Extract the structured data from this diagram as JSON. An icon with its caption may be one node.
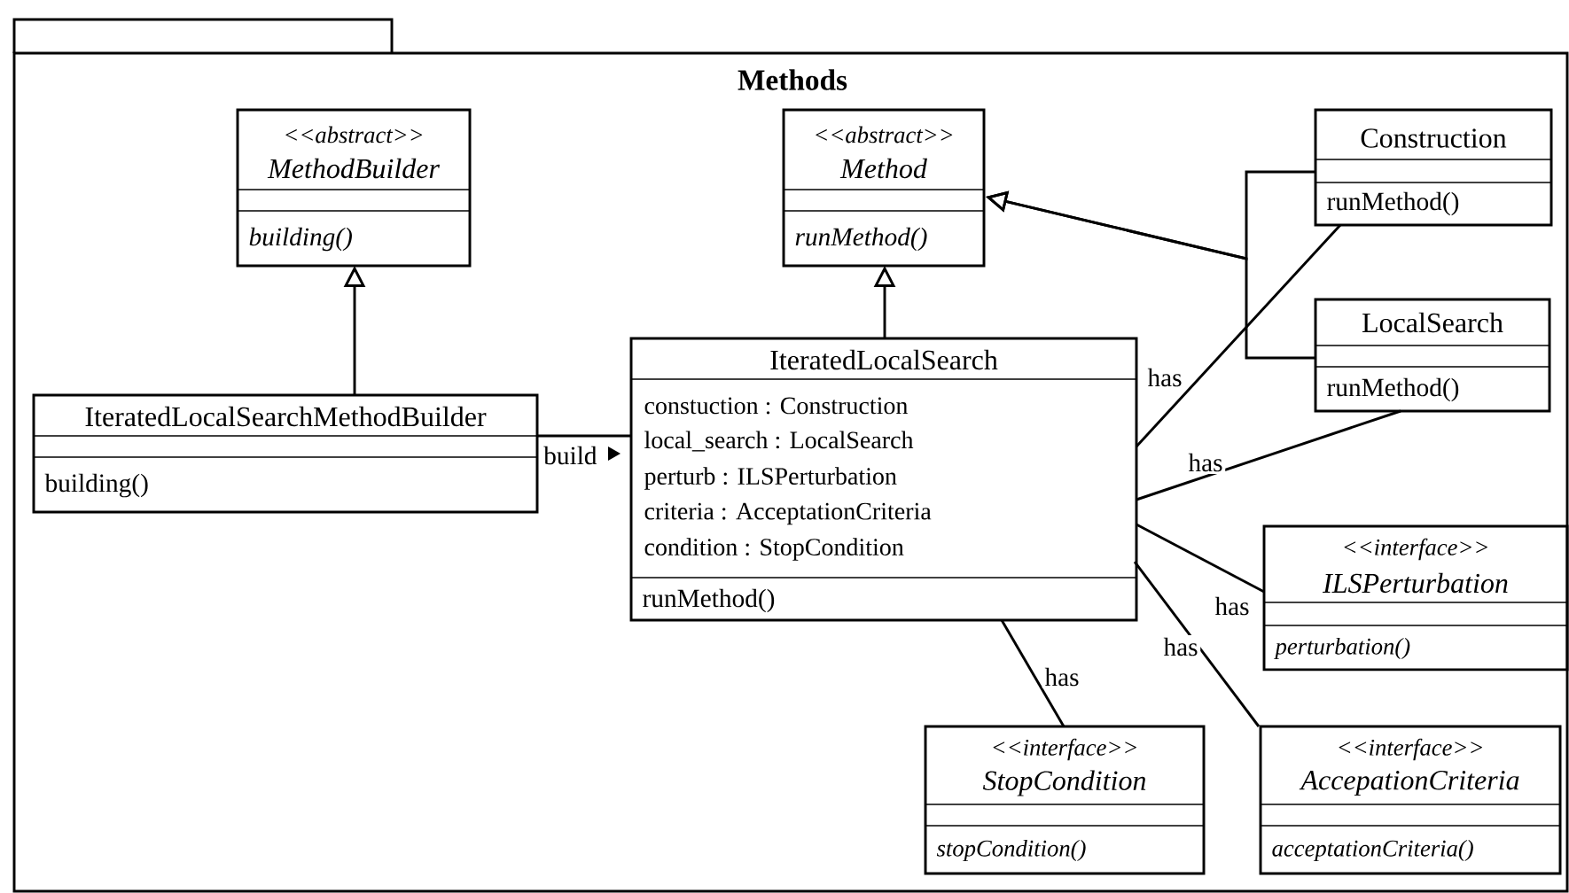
{
  "diagram": {
    "nodes": [
      {
        "text": [
          "Methods"
        ]
      },
      {
        "text": [
          "<<abstract>>",
          "MethodBuilder",
          "building()"
        ],
        "in": 0
      },
      {
        "text": [
          "<<abstract>>",
          "Method",
          "runMethod()"
        ],
        "in": 0
      },
      {
        "text": [
          "Construction",
          "runMethod()"
        ],
        "in": 0
      },
      {
        "text": [
          "LocalSearch",
          "runMethod()"
        ],
        "in": 0
      },
      {
        "text": [
          "IteratedLocalSearchMethodBuilder",
          "building()"
        ],
        "in": 0
      },
      {
        "text": [
          "IteratedLocalSearch",
          "constuction : Construction",
          "local_search : LocalSearch",
          "perturb : ILSPerturbation",
          "criteria : AcceptationCriteria",
          "condition : StopCondition",
          "runMethod()"
        ],
        "in": 0
      },
      {
        "text": [
          "<<interface>>",
          "ILSPerturbation",
          "perturbation()"
        ],
        "in": 0
      },
      {
        "text": [
          "<<interface>>",
          "StopCondition",
          "stopCondition()"
        ],
        "in": 0
      },
      {
        "text": [
          "<<interface>>",
          "AccepationCriteria",
          "acceptationCriteria()"
        ],
        "in": 0
      }
    ],
    "edges": [
      {
        "from": 5,
        "to": 1,
        "arrow": "to"
      },
      {
        "from": 6,
        "to": 2,
        "arrow": "to"
      },
      {
        "from": 3,
        "to": 2,
        "arrow": "to"
      },
      {
        "from": 4,
        "to": 2,
        "arrow": "to"
      },
      {
        "from": 5,
        "to": 6,
        "arrow": "none",
        "label": "build"
      },
      {
        "from": 6,
        "to": 3,
        "arrow": "none",
        "label": "has"
      },
      {
        "from": 6,
        "to": 4,
        "arrow": "none",
        "label": "has"
      },
      {
        "from": 6,
        "to": 7,
        "arrow": "none",
        "label": "has"
      },
      {
        "from": 6,
        "to": 9,
        "arrow": "none",
        "label": "has"
      },
      {
        "from": 6,
        "to": 8,
        "arrow": "none",
        "label": "has"
      }
    ]
  }
}
